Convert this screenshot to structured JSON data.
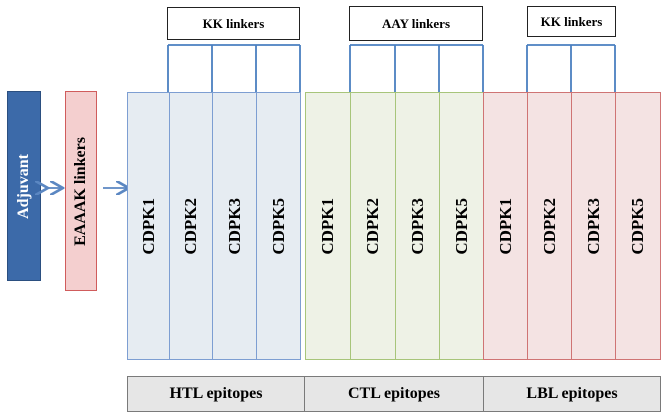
{
  "adjuvant": {
    "label": "Adjuvant",
    "color": "#3c6aa9"
  },
  "eaaak": {
    "label": "EAAAK linkers",
    "color": "#f4cfcf",
    "border": "#d05c5c"
  },
  "groups": [
    {
      "id": "htl",
      "linker": "KK linkers",
      "label": "HTL epitopes",
      "fill": "#e6ecf2",
      "border": "#7d9ed2",
      "cells": [
        "CDPK1",
        "CDPK2",
        "CDPK3",
        "CDPK5"
      ]
    },
    {
      "id": "ctl",
      "linker": "AAY linkers",
      "label": "CTL epitopes",
      "fill": "#eef2e6",
      "border": "#a7c57a",
      "cells": [
        "CDPK1",
        "CDPK2",
        "CDPK3",
        "CDPK5"
      ]
    },
    {
      "id": "lbl",
      "linker": "KK linkers",
      "label": "LBL epitopes",
      "fill": "#f4e3e3",
      "border": "#cf7474",
      "cells": [
        "CDPK1",
        "CDPK2",
        "CDPK3",
        "CDPK5"
      ]
    }
  ],
  "arrow_color": "#5b87c2",
  "bracket_color": "#4a7fc0"
}
